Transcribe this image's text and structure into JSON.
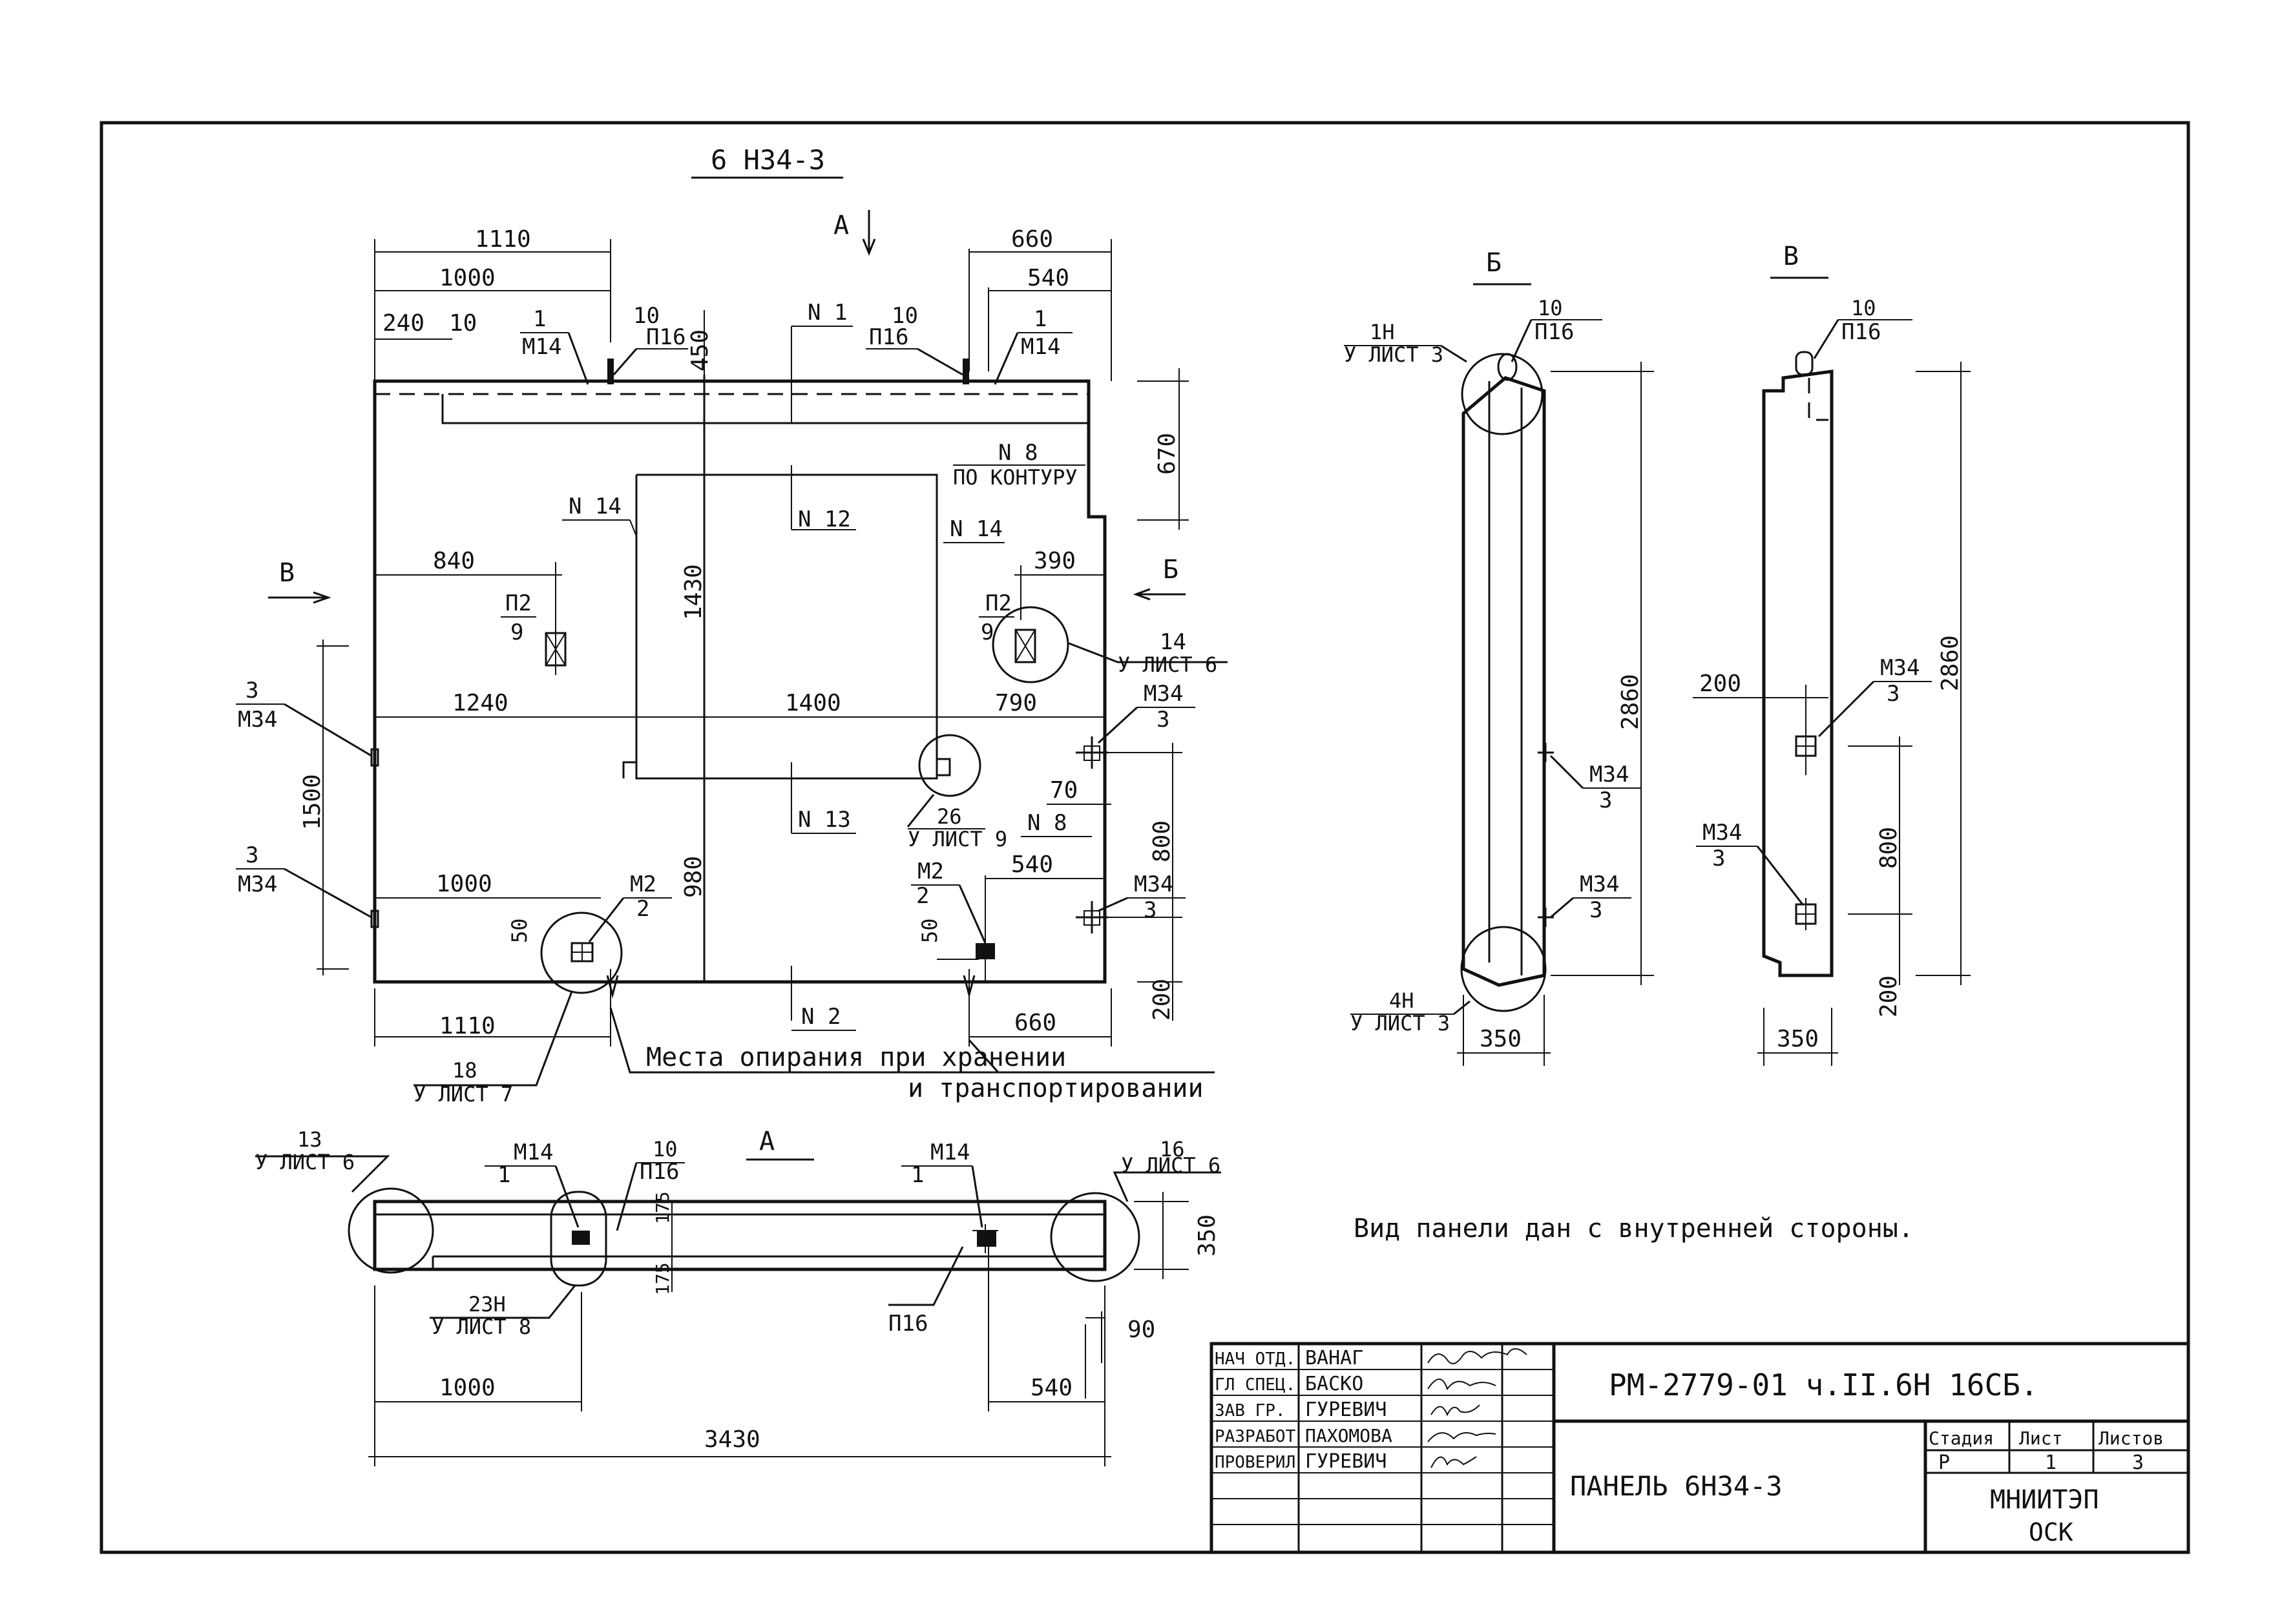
{
  "drawing": {
    "title": "6 Н34-3",
    "note": "Вид панели дан с внутренней стороны.",
    "support_note_1": "Места опирания при хранении",
    "support_note_2": "и транспортировании"
  },
  "views": {
    "A": "А",
    "B": "Б",
    "V": "В"
  },
  "front": {
    "d1110_top": "1110",
    "d1000_top": "1000",
    "d240": "240",
    "d10a": "10",
    "d660_top": "660",
    "d540_top": "540",
    "d450": "450",
    "d670": "670",
    "d840": "840",
    "d390": "390",
    "d1240": "1240",
    "d1400": "1400",
    "d790": "790",
    "d1430": "1430",
    "d1500": "1500",
    "d980": "980",
    "d70": "70",
    "d800": "800",
    "d200": "200",
    "d1000_bot": "1000",
    "d540_bot": "540",
    "d50a": "50",
    "d50b": "50",
    "d1110_bot": "1110",
    "d660_bot": "660",
    "l_10a": "10",
    "l_p16a": "П16",
    "l_1a": "1",
    "l_m14a": "М14",
    "l_10b": "10",
    "l_p16b": "П16",
    "l_1b": "1",
    "l_m14b": "М14",
    "n1": "N 1",
    "n8a": "N 8",
    "n8a_sub": "ПО КОНТУРУ",
    "n14a": "N 14",
    "n12": "N 12",
    "n14b": "N 14",
    "n13": "N 13",
    "n8b": "N 8",
    "n2": "N 2",
    "p2a": "П2",
    "p2a_n": "9",
    "p2b": "П2",
    "p2b_n": "9",
    "l14": "14",
    "l14_sub": "У ЛИСТ 6",
    "m34a_n": "3",
    "m34a": "М34",
    "m34b_n": "3",
    "m34b": "М34",
    "m34c": "М34",
    "m34c_n": "3",
    "m34d": "М34",
    "m34d_n": "3",
    "l26": "26",
    "l26_sub": "У ЛИСТ 9",
    "m2a": "М2",
    "m2a_n": "2",
    "m2b": "М2",
    "m2b_n": "2",
    "l18": "18",
    "l18_sub": "У ЛИСТ 7"
  },
  "plan": {
    "l13": "13",
    "l13_sub": "У ЛИСТ 6",
    "m14a": "М14",
    "m14a_n": "1",
    "p16a_n": "10",
    "p16a": "П16",
    "m14b": "М14",
    "m14b_n": "1",
    "l16": "16",
    "l16_sub": "У ЛИСТ 6",
    "d175a": "175",
    "d175b": "175",
    "d350": "350",
    "l23": "23Н",
    "l23_sub": "У ЛИСТ 8",
    "p16b": "П16",
    "d90": "90",
    "d1000": "1000",
    "d540": "540",
    "d3430": "3430"
  },
  "sectionB": {
    "l1n": "1Н",
    "l1n_sub": "У ЛИСТ 3",
    "p16_n": "10",
    "p16": "П16",
    "d2860": "2860",
    "m34a": "М34",
    "m34a_n": "3",
    "m34b": "М34",
    "m34b_n": "3",
    "l4n": "4Н",
    "l4n_sub": "У ЛИСТ 3",
    "d350": "350"
  },
  "sectionV": {
    "p16_n": "10",
    "p16": "П16",
    "d200a": "200",
    "m34a": "М34",
    "m34a_n": "3",
    "d2860": "2860",
    "m34b": "М34",
    "m34b_n": "3",
    "d800": "800",
    "d200b": "200",
    "d350": "350"
  },
  "titleblock": {
    "code": "РМ-2779-01 ч.II.6Н 16СБ.",
    "name": "ПАНЕЛЬ 6Н34-3",
    "stage_h": "Стадия",
    "sheet_h": "Лист",
    "sheets_h": "Листов",
    "stage": "Р",
    "sheet": "1",
    "sheets": "3",
    "org1": "МНИИТЭП",
    "org2": "ОСК",
    "roles": [
      "НАЧ ОТД.",
      "ГЛ СПЕЦ.",
      "ЗАВ ГР.",
      "РАЗРАБОТ",
      "ПРОВЕРИЛ"
    ],
    "names": [
      "ВАНАГ",
      "БАСКО",
      "ГУРЕВИЧ",
      "ПАХОМОВА",
      "ГУРЕВИЧ"
    ]
  }
}
